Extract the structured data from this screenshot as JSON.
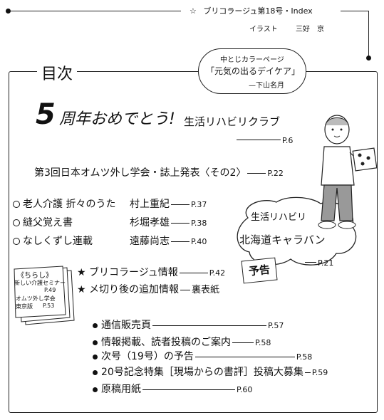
{
  "header": {
    "star": "☆",
    "title": "ブリコラージュ第18号・Index",
    "illust_label": "イラスト",
    "illust_name": "三好　京"
  },
  "toc_title": "目次",
  "callout": {
    "line1": "中とじカラーページ",
    "line2": "「元気の出るデイケア」",
    "line3": "—下山名月"
  },
  "feature": {
    "num": "5",
    "title": "周年おめでとう!",
    "subtitle": "生活リハビリクラブ",
    "page": "P.6"
  },
  "conference": {
    "title": "第3回日本オムツ外し学会・誌上発表〈その2〉",
    "page": "P.22"
  },
  "serials": [
    {
      "title": "老人介護 折々のうた",
      "author": "村上重紀",
      "page": "P.37"
    },
    {
      "title": "縫父覚え書",
      "author": "杉堀孝雄",
      "page": "P.38"
    },
    {
      "title": "なしくずし連載",
      "author": "遠藤尚志",
      "page": "P.40"
    }
  ],
  "cloud": {
    "line1": "生活リハビリ",
    "line2": "北海道キャラバン",
    "page": "P.21",
    "badge": "予告"
  },
  "info_items": [
    {
      "star": "★",
      "title": "ブリコラージュ情報",
      "page": "P.42"
    },
    {
      "star": "★",
      "title": "メ切り後の追加情報",
      "page": "裏表紙"
    }
  ],
  "flyer": {
    "title": "《ちらし》",
    "line1": "新しい介護セミナー",
    "page1": "P.49",
    "line2": "オムツ外し学会",
    "line3": "東京版",
    "page2": "P.53"
  },
  "bottom_items": [
    {
      "title": "通信販売頁",
      "page": "P.57"
    },
    {
      "title": "情報掲載、読者投稿のご案内",
      "page": "P.58"
    },
    {
      "title": "次号（19号）の予告",
      "page": "P.58"
    },
    {
      "title": "20号記念特集［現場からの書評］投稿大募集",
      "page": "P.59"
    },
    {
      "title": "原稿用紙",
      "page": "P.60"
    }
  ]
}
